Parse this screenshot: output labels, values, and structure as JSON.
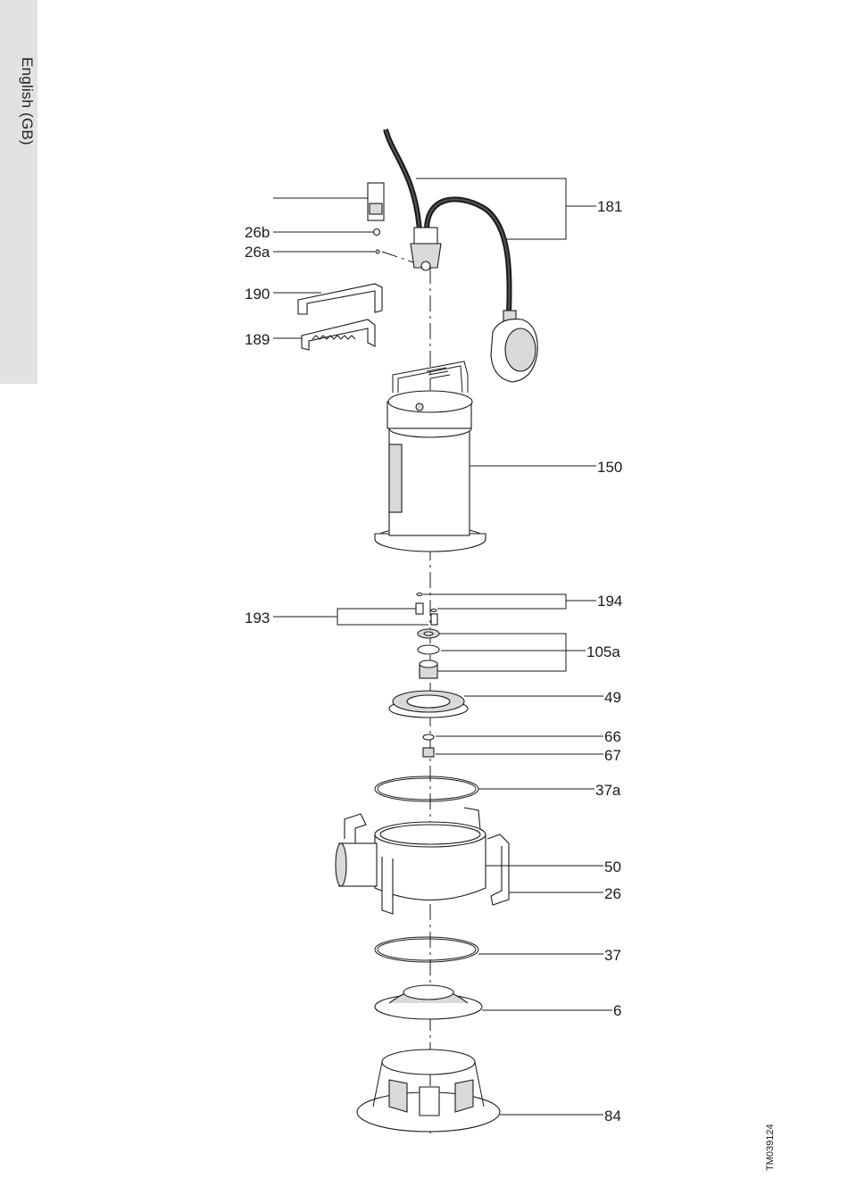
{
  "side_tab": {
    "label": "English (GB)"
  },
  "drawing_code": "TM039124",
  "labels": {
    "p181": "181",
    "p26b": "26b",
    "p26a": "26a",
    "p190": "190",
    "p189": "189",
    "p150": "150",
    "p194": "194",
    "p193": "193",
    "p105a": "105a",
    "p49": "49",
    "p66": "66",
    "p67": "67",
    "p37a": "37a",
    "p50": "50",
    "p26": "26",
    "p37": "37",
    "p6": "6",
    "p84": "84"
  }
}
